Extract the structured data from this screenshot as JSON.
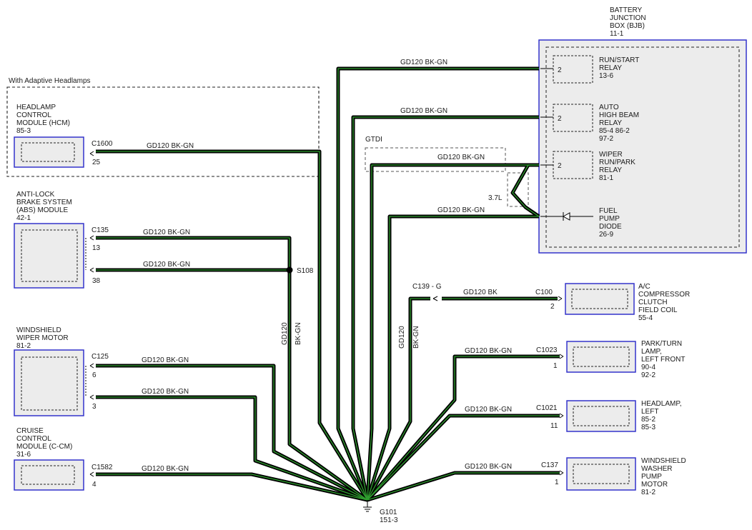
{
  "components": {
    "bjb": {
      "lines": [
        "BATTERY",
        "JUNCTION",
        "BOX (BJB)",
        "11-1"
      ]
    },
    "runstart": {
      "pin": "2",
      "lines": [
        "RUN/START",
        "RELAY",
        "13-6"
      ]
    },
    "highbeam": {
      "pin": "2",
      "lines": [
        "AUTO",
        "HIGH BEAM",
        "RELAY",
        "85-4   86-2",
        "97-2"
      ]
    },
    "wiper_relay": {
      "pin": "2",
      "lines": [
        "WIPER",
        "RUN/PARK",
        "RELAY",
        "81-1"
      ]
    },
    "fuel_diode": {
      "lines": [
        "FUEL",
        "PUMP",
        "DIODE",
        "26-9"
      ]
    },
    "hcm": {
      "lines": [
        "HEADLAMP",
        "CONTROL",
        "MODULE (HCM)",
        "85-3"
      ],
      "connector": "C1600",
      "pin": "25"
    },
    "abs": {
      "lines": [
        "ANTI-LOCK",
        "BRAKE SYSTEM",
        "(ABS) MODULE",
        "42-1"
      ],
      "connector": "C135",
      "pins": [
        "13",
        "38"
      ]
    },
    "wiper_motor": {
      "lines": [
        "WINDSHIELD",
        "WIPER MOTOR",
        "81-2"
      ],
      "connector": "C125",
      "pins": [
        "6",
        "3"
      ]
    },
    "ccm": {
      "lines": [
        "CRUISE",
        "CONTROL",
        "MODULE (C-CM)",
        "31-6"
      ],
      "connector": "C1582",
      "pin": "4"
    },
    "ac_clutch": {
      "lines": [
        "A/C",
        "COMPRESSOR",
        "CLUTCH",
        "FIELD COIL",
        "55-4"
      ],
      "connector": "C100",
      "pin": "2"
    },
    "park_turn": {
      "lines": [
        "PARK/TURN",
        "LAMP,",
        "LEFT FRONT",
        "90-4",
        "92-2"
      ],
      "connector": "C1023",
      "pin": "1"
    },
    "headlamp": {
      "lines": [
        "HEADLAMP,",
        "LEFT",
        "85-2",
        "85-3"
      ],
      "connector": "C1021",
      "pin": "11"
    },
    "washer": {
      "lines": [
        "WINDSHIELD",
        "WASHER",
        "PUMP",
        "MOTOR",
        "81-2"
      ],
      "connector": "C137",
      "pin": "1"
    }
  },
  "zones": {
    "adaptive": "With Adaptive Headlamps",
    "gtdi": "GTDI",
    "v37": "3.7L"
  },
  "wires": [
    {
      "id": "runstart",
      "label": "GD120   BK-GN"
    },
    {
      "id": "highbeam",
      "label": "GD120   BK-GN"
    },
    {
      "id": "wiper_relay",
      "label": "GD120   BK-GN"
    },
    {
      "id": "fuel_diode",
      "label": "GD120   BK-GN"
    },
    {
      "id": "hcm",
      "label": "GD120   BK-GN"
    },
    {
      "id": "abs13",
      "label": "GD120   BK-GN"
    },
    {
      "id": "abs38",
      "label": "GD120   BK-GN"
    },
    {
      "id": "wiper6",
      "label": "GD120   BK-GN"
    },
    {
      "id": "wiper3",
      "label": "GD120   BK-GN"
    },
    {
      "id": "ccm",
      "label": "GD120   BK-GN"
    },
    {
      "id": "ac",
      "label": "GD120   BK"
    },
    {
      "id": "park",
      "label": "GD120   BK-GN"
    },
    {
      "id": "headlamp",
      "label": "GD120   BK-GN"
    },
    {
      "id": "washer",
      "label": "GD120   BK-GN"
    }
  ],
  "vertical_labels": {
    "s108_a": "GD120",
    "s108_b": "BK-GN",
    "c139_a": "GD120",
    "c139_b": "BK-GN"
  },
  "splice": "S108",
  "inline_connector": "C139  - G",
  "ground": {
    "name": "G101",
    "ref": "151-3"
  },
  "colors": {
    "wire_outer": "#000000",
    "wire_inner": "#2f9e2f",
    "box_border": "#3333cc",
    "box_fill": "#ececec"
  }
}
